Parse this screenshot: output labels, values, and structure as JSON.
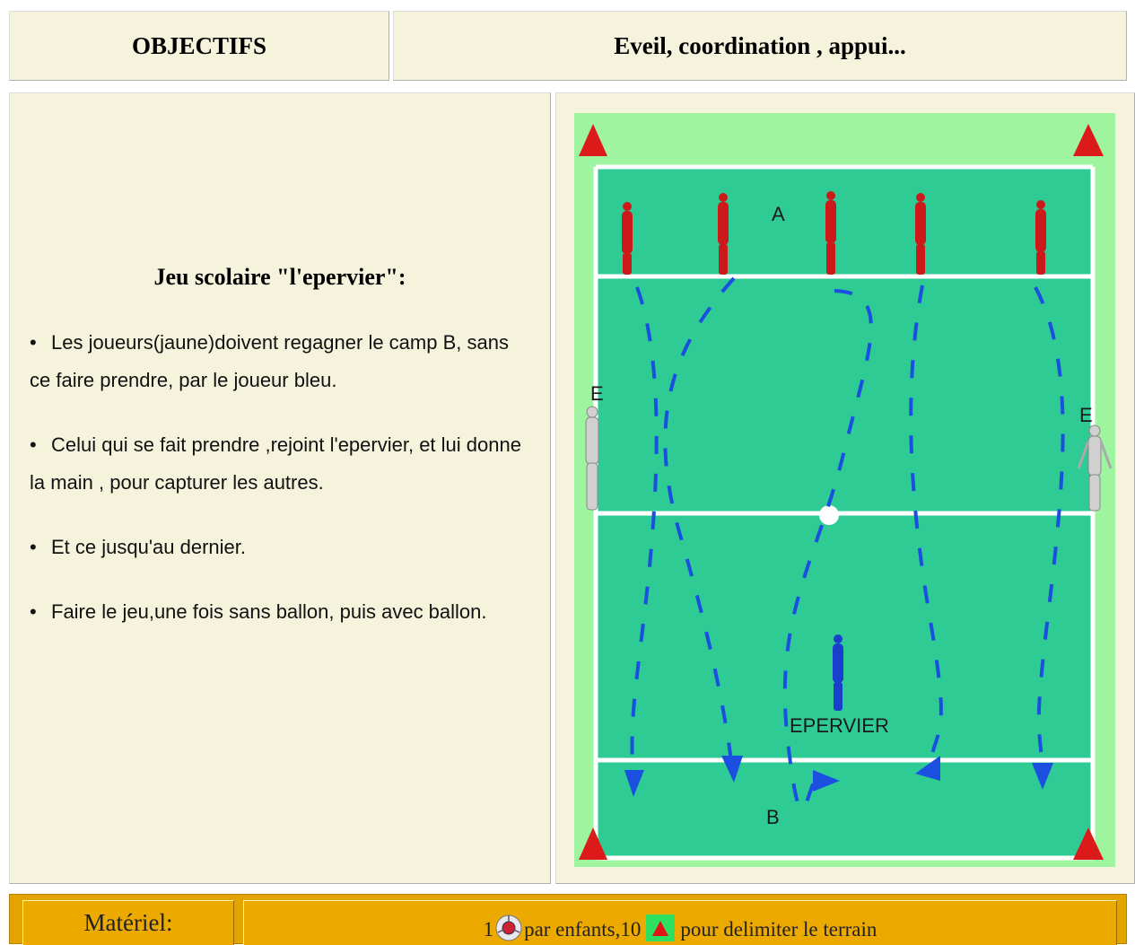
{
  "header": {
    "objectives_label": "OBJECTIFS",
    "objectives_value": "Eveil, coordination , appui..."
  },
  "game": {
    "title": "Jeu scolaire \"l'epervier\":",
    "rules": [
      "Les joueurs(jaune)doivent regagner le camp B, sans ce faire prendre, par le joueur bleu.",
      "Celui qui se fait prendre ,rejoint l'epervier, et lui donne la main , pour capturer les autres.",
      "Et ce jusqu'au dernier.",
      "Faire le jeu,une fois sans ballon, puis avec ballon."
    ]
  },
  "diagram": {
    "camp_a_label": "A",
    "camp_b_label": "B",
    "left_e_label": "E",
    "right_e_label": "E",
    "catcher_label": "EPERVIER",
    "colors": {
      "outer_field": "#9ff59f",
      "pitch": "#2ecc94",
      "lines": "#ffffff",
      "attackers": "#cc1a1a",
      "catcher": "#1a3fcc",
      "arrows": "#1a4fe0",
      "cones": "#dd1a1a",
      "sideline_players": "#c8c8c8"
    }
  },
  "footer": {
    "material_label": "Matériel:",
    "count_balls": "1",
    "ball_icon": "soccer-ball-icon",
    "per_children": "par enfants,10",
    "cone_icon": "cone-icon",
    "purpose": "pour delimiter le terrain"
  }
}
